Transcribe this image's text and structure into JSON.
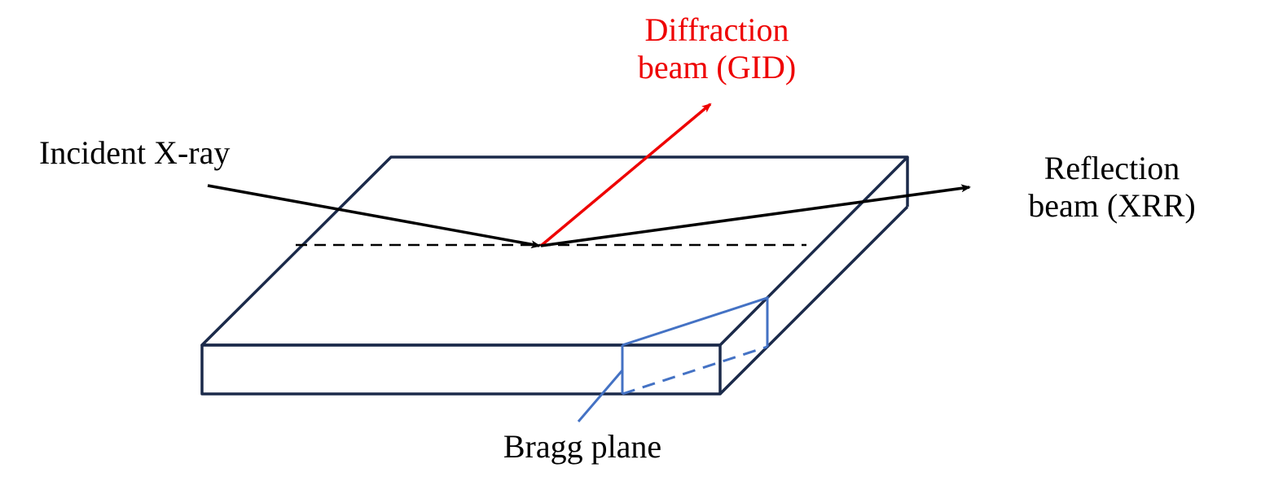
{
  "labels": {
    "incident": "Incident X-ray",
    "diffraction_line1": "Diffraction",
    "diffraction_line2": "beam (GID)",
    "reflection_line1": "Reflection",
    "reflection_line2": "beam (XRR)",
    "bragg": "Bragg plane"
  },
  "colors": {
    "box": "#1b2a4a",
    "bragg": "#4472c4",
    "diffraction": "#ee0000",
    "beam": "#000000"
  }
}
